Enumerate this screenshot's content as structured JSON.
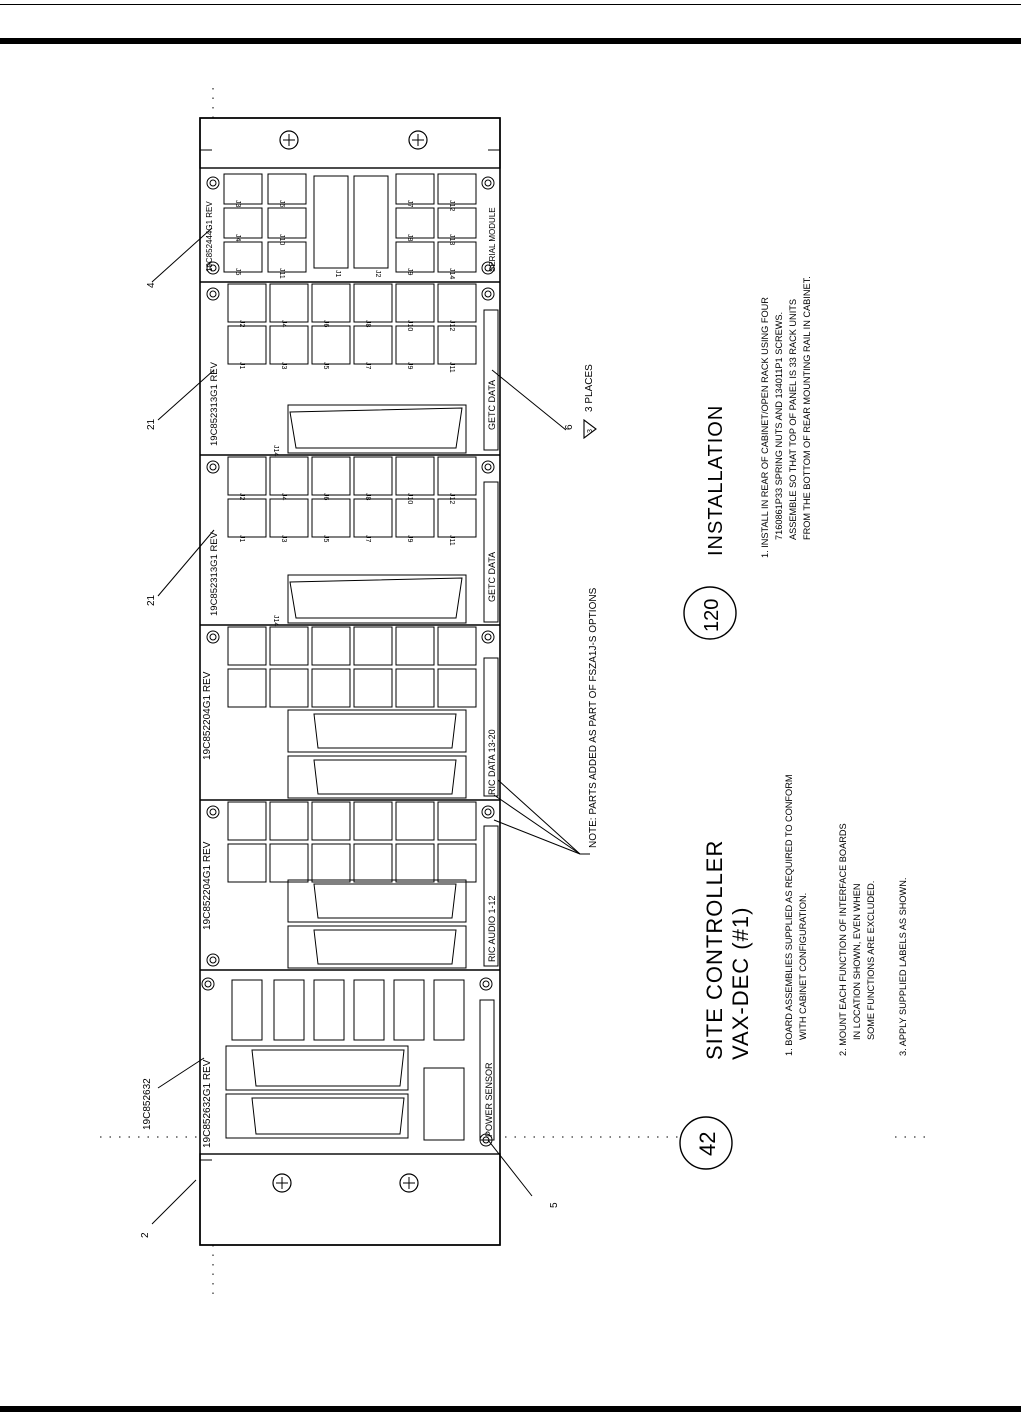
{
  "page": {
    "bars": [
      "top-thin-rule",
      "top-thick-rule",
      "bottom-thick-rule"
    ]
  },
  "title_block": {
    "line1": "SITE CONTROLLER",
    "line2": "VAX-DEC (#1)",
    "badge_left": "42",
    "badge_right": "120"
  },
  "notes": [
    "1. BOARD ASSEMBLIES SUPPLIED AS REQUIRED TO CONFORM",
    "WITH CABINET CONFIGURATION.",
    "2. MOUNT EACH FUNCTION OF INTERFACE BOARDS",
    "IN LOCATION SHOWN, EVEN WHEN",
    "SOME FUNCTIONS ARE EXCLUDED.",
    "3. APPLY SUPPLIED LABELS AS SHOWN."
  ],
  "installation": {
    "heading": "INSTALLATION",
    "lines": [
      "1. INSTALL IN REAR OF CABINET/OPEN RACK USING FOUR",
      "7160861P33 SPRING NUTS AND 134011P1 SCREWS.",
      "ASSEMBLE SO THAT TOP OF PANEL IS 33 RACK UNITS",
      "FROM THE BOTTOM OF REAR MOUNTING RAIL IN CABINET."
    ]
  },
  "callouts": {
    "note_parts": "NOTE: PARTS ADDED AS PART OF FSZA1J-S OPTIONS",
    "three_places": "3 PLACES",
    "triangle_num": "3",
    "item_2": "2",
    "item_5": "5",
    "item_19c852632": "19C852632",
    "item_21a": "21",
    "item_21b": "21",
    "item_6": "6",
    "item_4": "4"
  },
  "boards": [
    {
      "id": "power_sensor",
      "part": "19C852632G1 REV",
      "label": "POWER SENSOR"
    },
    {
      "id": "ric_audio",
      "part": "19C852204G1 REV",
      "label": "RIC AUDIO 1-12"
    },
    {
      "id": "ric_data",
      "part": "19C852204G1 REV",
      "label": "RIC DATA 13-20"
    },
    {
      "id": "getc_data_1",
      "part": "19C852313G1 REV",
      "label": "GETC DATA",
      "jacks_top": [
        "J2",
        "J4",
        "J6",
        "J8",
        "J10",
        "J12"
      ],
      "jacks_bottom": [
        "J1",
        "J3",
        "J5",
        "J7",
        "J9",
        "J11"
      ],
      "connector": "J14"
    },
    {
      "id": "getc_data_2",
      "part": "19C852313G1 REV",
      "label": "GETC DATA",
      "jacks_top": [
        "J2",
        "J4",
        "J6",
        "J8",
        "J10",
        "J12"
      ],
      "jacks_bottom": [
        "J1",
        "J3",
        "J5",
        "J7",
        "J9",
        "J11"
      ],
      "connector": "J14"
    },
    {
      "id": "serial_module",
      "part": "19C852444G1 REV",
      "label": "SERIAL MODULE",
      "jacks": [
        "J3",
        "J4",
        "J5",
        "J6",
        "J10",
        "J11",
        "J1",
        "J2",
        "J7",
        "J8",
        "J9",
        "J12",
        "J13",
        "J14"
      ]
    }
  ]
}
